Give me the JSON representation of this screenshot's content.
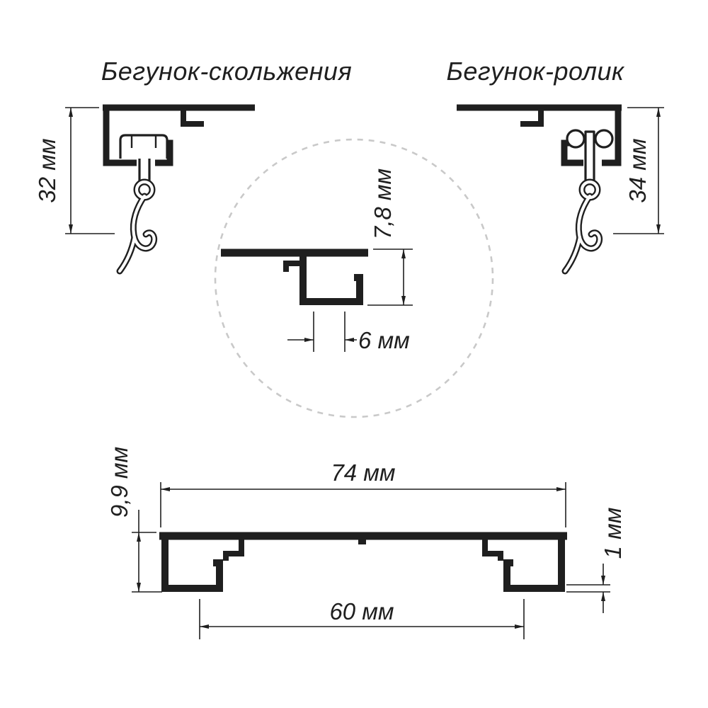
{
  "colors": {
    "ink": "#1f1f1f",
    "detail_circle": "#c9c9c9",
    "paper": "#ffffff"
  },
  "titles": {
    "slider_runner": "Бегунок-скольжения",
    "roller_runner": "Бегунок-ролик"
  },
  "dimensions": {
    "slider_runner_height": "32 мм",
    "roller_runner_height": "34 мм",
    "detail_channel_height": "7,8 мм",
    "detail_slot_width": "6 мм",
    "rail_total_width": "74 мм",
    "rail_total_height": "9,9 мм",
    "rail_wall_thickness": "1 мм",
    "rail_channel_spacing": "60 мм"
  }
}
